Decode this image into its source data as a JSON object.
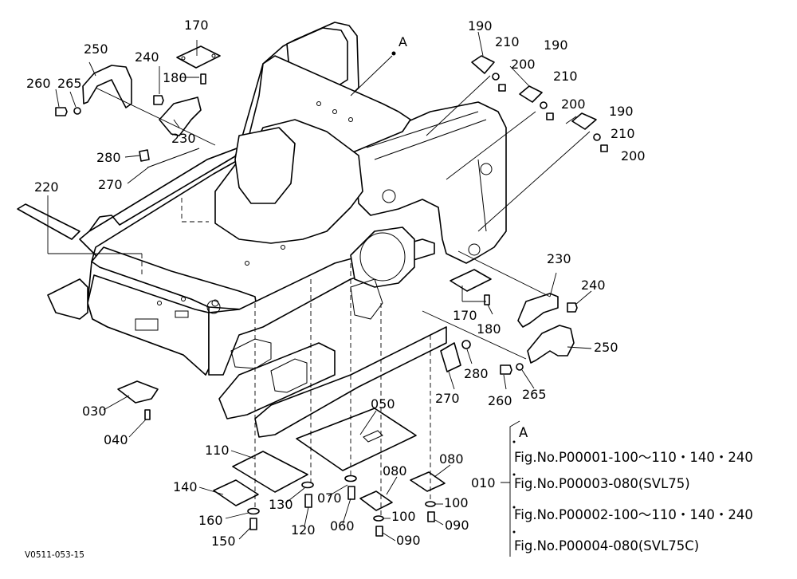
{
  "drawing_code": "V0511-053-15",
  "view_marker": "A",
  "callouts": {
    "p170_top": "170",
    "p180_top": "180",
    "p190_a": "190",
    "p190_b": "190",
    "p190_c": "190",
    "p210_a": "210",
    "p210_b": "210",
    "p210_c": "210",
    "p200_a": "200",
    "p200_b": "200",
    "p200_c": "200",
    "p250_left": "250",
    "p265_left": "265",
    "p260_left": "260",
    "p240_left": "240",
    "p230_left": "230",
    "p280_left": "280",
    "p270_left": "270",
    "p220": "220",
    "p230_right": "230",
    "p240_right": "240",
    "p170_mid": "170",
    "p180_mid": "180",
    "p250_right": "250",
    "p280_right": "280",
    "p270_right": "270",
    "p260_right": "260",
    "p265_right": "265",
    "p030": "030",
    "p040": "040",
    "p050": "050",
    "p110": "110",
    "p140": "140",
    "p160": "160",
    "p150": "150",
    "p130": "130",
    "p120": "120",
    "p070": "070",
    "p060": "060",
    "p080_a": "080",
    "p080_b": "080",
    "p100_a": "100",
    "p100_b": "100",
    "p090_a": "090",
    "p090_b": "090",
    "p010": "010"
  },
  "reference_note": {
    "marker": "A",
    "lines": [
      "Fig.No.P00001-100～110・140・240",
      "Fig.No.P00003-080(SVL75)",
      "Fig.No.P00002-100～110・140・240",
      "Fig.No.P00004-080(SVL75C)"
    ]
  }
}
